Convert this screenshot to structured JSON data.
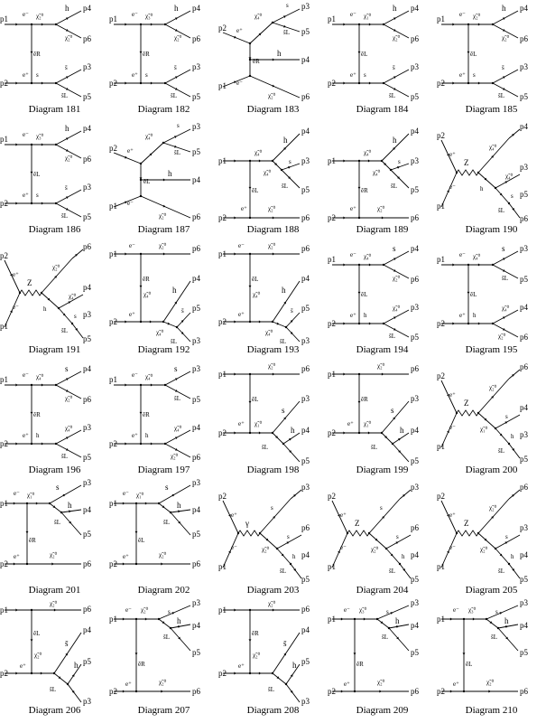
{
  "diagrams": [
    {
      "caption": "Diagram 181",
      "type": "t",
      "ext": [
        "p1",
        "p2",
        "p4",
        "p6",
        "p3",
        "p5"
      ],
      "int": [
        "e⁻",
        "e⁺",
        "χ̃₂⁰",
        "h",
        "χ̃₂⁰",
        "s",
        "s̄",
        "s̃L"
      ],
      "prop": "ẽR"
    },
    {
      "caption": "Diagram 182",
      "type": "t",
      "ext": [
        "p1",
        "p2",
        "p4",
        "p6",
        "p3",
        "p5"
      ],
      "int": [
        "e⁻",
        "e⁺",
        "χ̃₃⁰",
        "h",
        "χ̃₂⁰",
        "s",
        "s̄",
        "s̃L"
      ],
      "prop": "ẽR"
    },
    {
      "caption": "Diagram 183",
      "type": "s",
      "ext": [
        "p2",
        "p1",
        "p3",
        "p5",
        "p4",
        "p6"
      ],
      "int": [
        "e⁺",
        "e⁻",
        "χ̃₄⁰",
        "s",
        "s̃L",
        "h",
        "χ̃₂⁰"
      ],
      "prop": "ẽR"
    },
    {
      "caption": "Diagram 184",
      "type": "t",
      "ext": [
        "p1",
        "p2",
        "p4",
        "p6",
        "p3",
        "p5"
      ],
      "int": [
        "e⁻",
        "e⁺",
        "χ̃₁⁰",
        "h",
        "χ̃₂⁰",
        "s",
        "s̄",
        "s̃L"
      ],
      "prop": "ẽL"
    },
    {
      "caption": "Diagram 185",
      "type": "t",
      "ext": [
        "p1",
        "p2",
        "p4",
        "p6",
        "p3",
        "p5"
      ],
      "int": [
        "e⁻",
        "e⁺",
        "χ̃₂⁰",
        "h",
        "χ̃₂⁰",
        "s",
        "s̄",
        "s̃L"
      ],
      "prop": "ẽL"
    },
    {
      "caption": "Diagram 186",
      "type": "t",
      "ext": [
        "p1",
        "p2",
        "p4",
        "p6",
        "p3",
        "p5"
      ],
      "int": [
        "e⁻",
        "e⁺",
        "χ̃₃⁰",
        "h",
        "χ̃₂⁰",
        "s",
        "s̄",
        "s̃L"
      ],
      "prop": "ẽL"
    },
    {
      "caption": "Diagram 187",
      "type": "s",
      "ext": [
        "p2",
        "p1",
        "p3",
        "p5",
        "p4",
        "p6"
      ],
      "int": [
        "e⁺",
        "e⁻",
        "χ̃₄⁰",
        "s",
        "s̃L",
        "h",
        "χ̃₂⁰"
      ],
      "prop": "ẽL"
    },
    {
      "caption": "Diagram 188",
      "type": "t3",
      "ext": [
        "p1",
        "p2",
        "p4",
        "p3",
        "p5",
        "p6"
      ],
      "int": [
        "e⁻",
        "e⁺",
        "χ̃₄⁰",
        "h",
        "χ̃₄⁰",
        "s",
        "s̃L",
        "χ̃₂⁰"
      ],
      "prop": "ẽL"
    },
    {
      "caption": "Diagram 189",
      "type": "t3",
      "ext": [
        "p1",
        "p2",
        "p4",
        "p3",
        "p5",
        "p6"
      ],
      "int": [
        "e⁻",
        "e⁺",
        "χ̃₄⁰",
        "h",
        "χ̃₄⁰",
        "s",
        "s̃L",
        "χ̃₂⁰"
      ],
      "prop": "ẽR"
    },
    {
      "caption": "Diagram 190",
      "type": "z",
      "ext": [
        "p2",
        "p1",
        "p4",
        "p3",
        "p5",
        "p6"
      ],
      "int": [
        "e⁺",
        "e⁻",
        "Z",
        "χ̃₄⁰",
        "h",
        "χ̃₄⁰",
        "s",
        "s̃L",
        "χ̃₂⁰"
      ],
      "prop": ""
    },
    {
      "caption": "Diagram 191",
      "type": "z",
      "ext": [
        "p2",
        "p1",
        "p6",
        "p4",
        "p3",
        "p5"
      ],
      "int": [
        "e⁺",
        "e⁻",
        "Z",
        "χ̃₂⁰",
        "h",
        "χ̃₄⁰",
        "s",
        "s̃L",
        "χ̃₄⁰"
      ],
      "prop": ""
    },
    {
      "caption": "Diagram 192",
      "type": "t3b",
      "ext": [
        "p1",
        "p2",
        "p6",
        "p4",
        "p5",
        "p3"
      ],
      "int": [
        "e⁻",
        "e⁺",
        "χ̃₂⁰",
        "χ̃₄⁰",
        "h",
        "s̄",
        "χ̃₄⁰",
        "s̃L"
      ],
      "prop": "ẽR"
    },
    {
      "caption": "Diagram 193",
      "type": "t3b",
      "ext": [
        "p1",
        "p2",
        "p6",
        "p4",
        "p5",
        "p3"
      ],
      "int": [
        "e⁻",
        "e⁺",
        "χ̃₂⁰",
        "χ̃₄⁰",
        "h",
        "s̄",
        "χ̃₄⁰",
        "s̃L"
      ],
      "prop": "ẽL"
    },
    {
      "caption": "Diagram 194",
      "type": "t",
      "ext": [
        "p1",
        "p2",
        "p4",
        "p6",
        "p3",
        "p5"
      ],
      "int": [
        "e⁻",
        "e⁺",
        "χ̃₄⁰",
        "s",
        "χ̃₂⁰",
        "h",
        "χ̃₄⁰",
        "s̃L"
      ],
      "prop": "ẽL"
    },
    {
      "caption": "Diagram 195",
      "type": "t",
      "ext": [
        "p1",
        "p2",
        "p3",
        "p5",
        "p4",
        "p6"
      ],
      "int": [
        "e⁻",
        "e⁺",
        "χ̃₄⁰",
        "s",
        "s̃L",
        "h",
        "χ̃₄⁰",
        "χ̃₂⁰"
      ],
      "prop": "ẽL"
    },
    {
      "caption": "Diagram 196",
      "type": "t",
      "ext": [
        "p1",
        "p2",
        "p4",
        "p6",
        "p3",
        "p5"
      ],
      "int": [
        "e⁻",
        "e⁺",
        "χ̃₄⁰",
        "s",
        "χ̃₂⁰",
        "h",
        "χ̃₄⁰",
        "s̃L"
      ],
      "prop": "ẽR"
    },
    {
      "caption": "Diagram 197",
      "type": "t",
      "ext": [
        "p1",
        "p2",
        "p3",
        "p5",
        "p4",
        "p6"
      ],
      "int": [
        "e⁻",
        "e⁺",
        "χ̃₄⁰",
        "s",
        "s̃L",
        "h",
        "χ̃₄⁰",
        "χ̃₂⁰"
      ],
      "prop": "ẽR"
    },
    {
      "caption": "Diagram 198",
      "type": "t3c",
      "ext": [
        "p1",
        "p2",
        "p6",
        "p3",
        "p4",
        "p5"
      ],
      "int": [
        "e⁻",
        "e⁺",
        "χ̃₂⁰",
        "χ̃₁⁰",
        "s",
        "h",
        "s̃L"
      ],
      "prop": "ẽL"
    },
    {
      "caption": "Diagram 199",
      "type": "t3c",
      "ext": [
        "p1",
        "p2",
        "p6",
        "p3",
        "p4",
        "p5"
      ],
      "int": [
        "e⁻",
        "e⁺",
        "χ̃₂⁰",
        "χ̃₁⁰",
        "s",
        "s̄",
        "h",
        "s̃L"
      ],
      "prop": "ẽR"
    },
    {
      "caption": "Diagram 200",
      "type": "z",
      "ext": [
        "p2",
        "p1",
        "p6",
        "p4",
        "p3",
        "p5"
      ],
      "int": [
        "e⁺",
        "e⁻",
        "Z",
        "χ̃₂⁰",
        "χ̃₁⁰",
        "s",
        "h",
        "s̃L"
      ],
      "prop": ""
    },
    {
      "caption": "Diagram 201",
      "type": "t3d",
      "ext": [
        "p1",
        "p2",
        "p3",
        "p4",
        "p5",
        "p6"
      ],
      "int": [
        "e⁻",
        "e⁺",
        "χ̃₁⁰",
        "s",
        "h",
        "s̃L",
        "χ̃₂⁰"
      ],
      "prop": "ẽR"
    },
    {
      "caption": "Diagram 202",
      "type": "t3d",
      "ext": [
        "p1",
        "p2",
        "p3",
        "p4",
        "p5",
        "p6"
      ],
      "int": [
        "e⁻",
        "e⁺",
        "χ̃₁⁰",
        "s",
        "h",
        "s̃L",
        "χ̃₂⁰"
      ],
      "prop": "ẽL"
    },
    {
      "caption": "Diagram 203",
      "type": "z",
      "ext": [
        "p2",
        "p1",
        "p3",
        "p6",
        "p4",
        "p5"
      ],
      "int": [
        "e⁺",
        "e⁻",
        "γ",
        "s",
        "χ̃₂⁰",
        "s",
        "h",
        "s̃L"
      ],
      "prop": ""
    },
    {
      "caption": "Diagram 204",
      "type": "z",
      "ext": [
        "p2",
        "p1",
        "p3",
        "p6",
        "p4",
        "p5"
      ],
      "int": [
        "e⁺",
        "e⁻",
        "Z",
        "s",
        "χ̃₂⁰",
        "s",
        "h",
        "s̃L"
      ],
      "prop": ""
    },
    {
      "caption": "Diagram 205",
      "type": "z",
      "ext": [
        "p2",
        "p1",
        "p6",
        "p3",
        "p4",
        "p5"
      ],
      "int": [
        "e⁺",
        "e⁻",
        "Z",
        "χ̃₂⁰",
        "χ̃₂⁰",
        "s",
        "h",
        "s̃L"
      ],
      "prop": ""
    },
    {
      "caption": "Diagram 206",
      "type": "t3e",
      "ext": [
        "p1",
        "p2",
        "p6",
        "p4",
        "p5",
        "p3"
      ],
      "int": [
        "e⁻",
        "e⁺",
        "χ̃₂⁰",
        "χ̃₂⁰",
        "s̄",
        "h",
        "s̃L"
      ],
      "prop": "ẽL"
    },
    {
      "caption": "Diagram 207",
      "type": "t3f",
      "ext": [
        "p1",
        "p2",
        "p3",
        "p4",
        "p5",
        "p6"
      ],
      "int": [
        "e⁻",
        "e⁺",
        "χ̃₂⁰",
        "s",
        "h",
        "s̃L",
        "χ̃₂⁰"
      ],
      "prop": "ẽR"
    },
    {
      "caption": "Diagram 208",
      "type": "t3e",
      "ext": [
        "p1",
        "p2",
        "p6",
        "p4",
        "p5",
        "p3"
      ],
      "int": [
        "e⁻",
        "e⁺",
        "χ̃₂⁰",
        "χ̃₂⁰",
        "s̄",
        "h",
        "s̃L"
      ],
      "prop": "ẽR"
    },
    {
      "caption": "Diagram 209",
      "type": "t3f",
      "ext": [
        "p1",
        "p2",
        "p3",
        "p4",
        "p5",
        "p6"
      ],
      "int": [
        "e⁻",
        "e⁺",
        "χ̃₃⁰",
        "s",
        "h",
        "s̃L",
        "χ̃₂⁰"
      ],
      "prop": "ẽR"
    },
    {
      "caption": "Diagram 210",
      "type": "t3f",
      "ext": [
        "p1",
        "p2",
        "p3",
        "p4",
        "p5",
        "p6"
      ],
      "int": [
        "e⁻",
        "e⁺",
        "χ̃₃⁰",
        "s",
        "h",
        "s̃L",
        "χ̃₂⁰"
      ],
      "prop": "ẽL"
    }
  ]
}
